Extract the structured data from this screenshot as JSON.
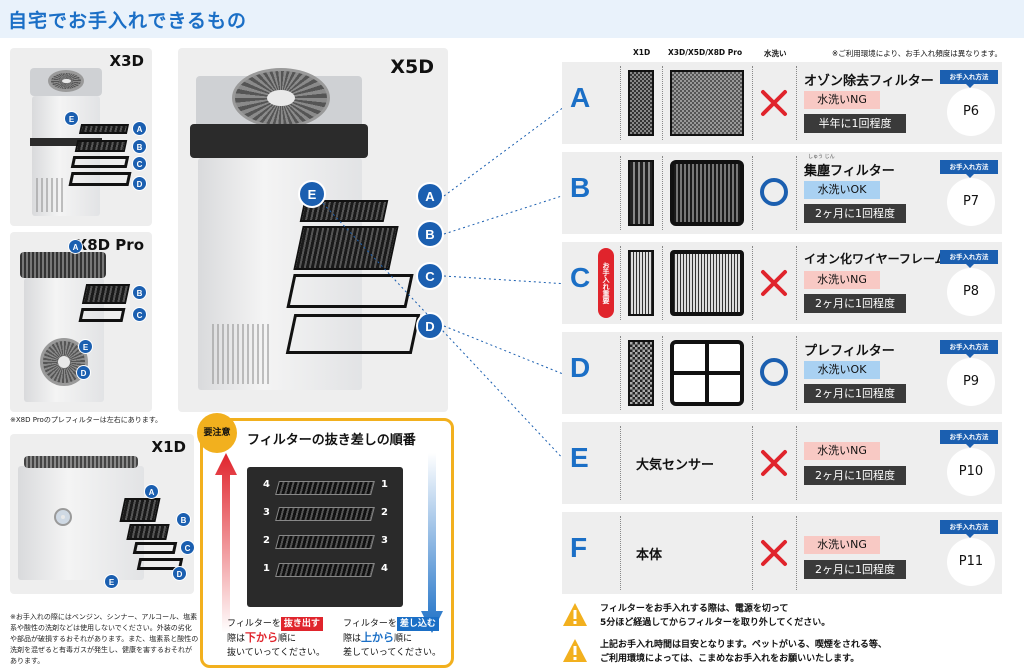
{
  "header": {
    "title": "自宅でお手入れできるもの"
  },
  "models": {
    "x3d": "X3D",
    "x8d": "X8D Pro",
    "x1d": "X1D",
    "x5d": "X5D"
  },
  "letters": [
    "A",
    "B",
    "C",
    "D",
    "E",
    "F"
  ],
  "notes": {
    "x8d_prefilter": "※X8D Proのプレフィルターは左右にあります。",
    "care": [
      "※お手入れの際にはベンジン、シンナー、アルコール、塩素",
      "系や酸性の洗剤などは使用しないでください。外装の劣化",
      "や部品が破損するおそれがあります。また、塩素系と酸性の",
      "洗剤を混ぜると有毒ガスが発生し、健康を害するおそれが",
      "あります。"
    ]
  },
  "order": {
    "badge": "要注意",
    "title": "フィルターの抜き差しの順番",
    "left_numbers": [
      "4",
      "3",
      "2",
      "1"
    ],
    "right_numbers": [
      "1",
      "2",
      "3",
      "4"
    ],
    "pull": {
      "prefix": "フィルターを",
      "chip": "抜き出す",
      "line2_pre": "際は",
      "em": "下から",
      "line2_post": "順に",
      "line3": "抜いていってください。"
    },
    "insert": {
      "prefix": "フィルターを",
      "chip": "差し込む",
      "line2_pre": "際は",
      "em": "上から",
      "line2_post": "順に",
      "line3": "差していってください。"
    }
  },
  "table": {
    "columns": [
      "X1D",
      "X3D/X5D/X8D Pro",
      "水洗い"
    ],
    "note": "※ご利用環境により、お手入れ頻度は異なります。",
    "method_label": "お手入れ方法",
    "priority_tag": "お手入れ重要",
    "rows": [
      {
        "letter": "A",
        "name": "オゾン除去フィルター",
        "ruby": "",
        "wash": "水洗いNG",
        "freq": "半年に1回程度",
        "page": "P6"
      },
      {
        "letter": "B",
        "name": "集塵フィルター",
        "ruby": "しゅう じん",
        "wash": "水洗いOK",
        "freq": "2ヶ月に1回程度",
        "page": "P7"
      },
      {
        "letter": "C",
        "name": "イオン化ワイヤーフレーム",
        "ruby": "",
        "wash": "水洗いNG",
        "freq": "2ヶ月に1回程度",
        "page": "P8"
      },
      {
        "letter": "D",
        "name": "プレフィルター",
        "ruby": "",
        "wash": "水洗いOK",
        "freq": "2ヶ月に1回程度",
        "page": "P9"
      },
      {
        "letter": "E",
        "name": "大気センサー",
        "ruby": "",
        "wash": "水洗いNG",
        "freq": "2ヶ月に1回程度",
        "page": "P10"
      },
      {
        "letter": "F",
        "name": "本体",
        "ruby": "",
        "wash": "水洗いNG",
        "freq": "2ヶ月に1回程度",
        "page": "P11"
      }
    ]
  },
  "warnings": [
    {
      "line1": "フィルターをお手入れする際は、電源を切って",
      "line2": "5分ほど経過してからフィルターを取り外してください。"
    },
    {
      "line1": "上記お手入れ時間は目安となります。ペットがいる、喫煙をされる等、",
      "line2": "ご利用環境によっては、こまめなお手入れをお願いいたします。"
    }
  ],
  "colors": {
    "accent": "#1b6fc6",
    "warning": "#f2b01e",
    "ng": "#f8c9c4",
    "ok": "#a9d1f2",
    "cross": "#e0242c"
  }
}
